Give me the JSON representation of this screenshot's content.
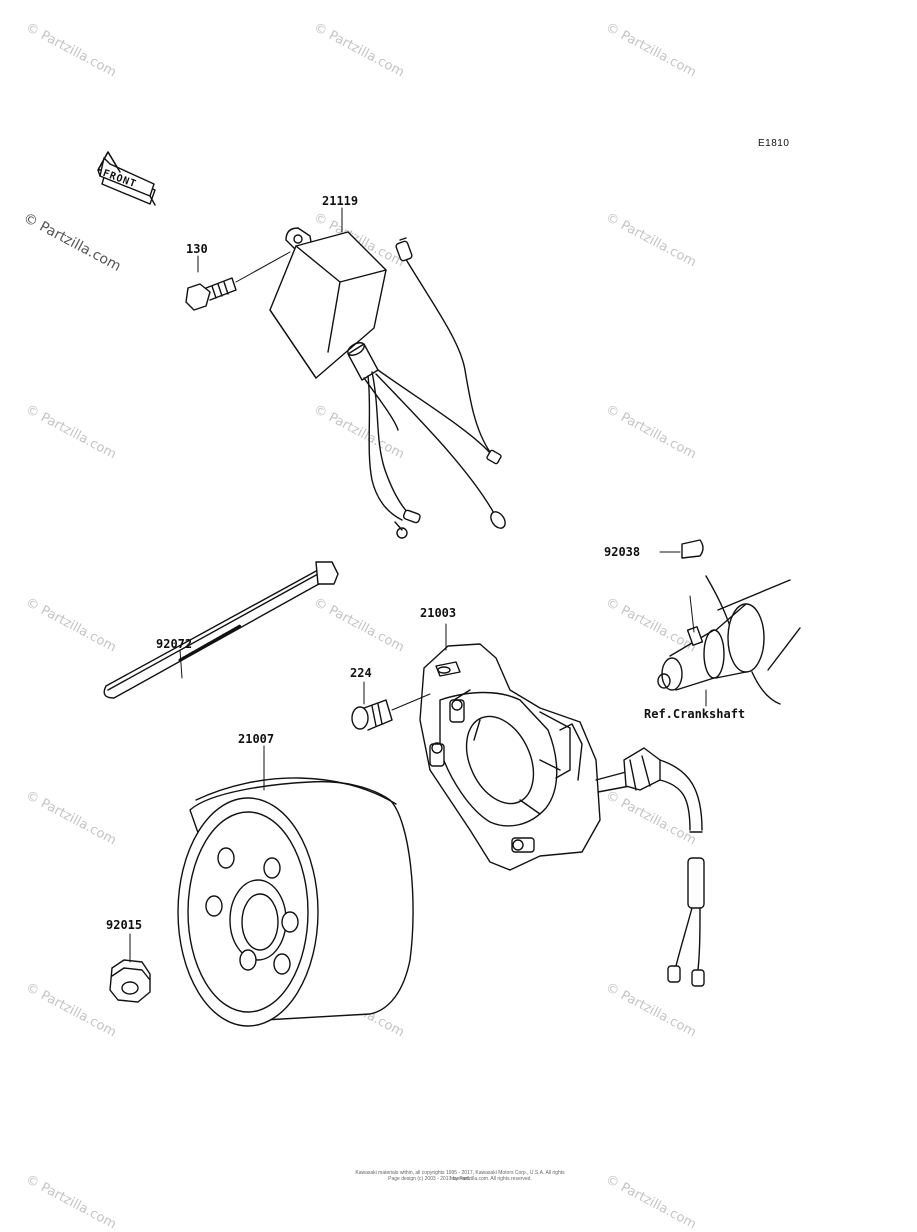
{
  "diagram_id": "E1810",
  "front_marker": "FRONT",
  "watermark": "© Partzilla.com",
  "part_labels": {
    "cdi_unit": "21119",
    "bolt_cdi": "130",
    "key": "92038",
    "band": "92072",
    "stator": "21003",
    "screw_stator": "224",
    "crankshaft_ref": "Ref.Crankshaft",
    "flywheel": "21007",
    "nut": "92015"
  },
  "footer": {
    "line1": "Kawasaki materials within, all copyrights 1995 - 2017, Kawasaki Motors Corp., U.S.A. All rights reserved.",
    "line2": "Page design (c) 2003 - 2017 by Partzilla.com. All rights reserved."
  }
}
